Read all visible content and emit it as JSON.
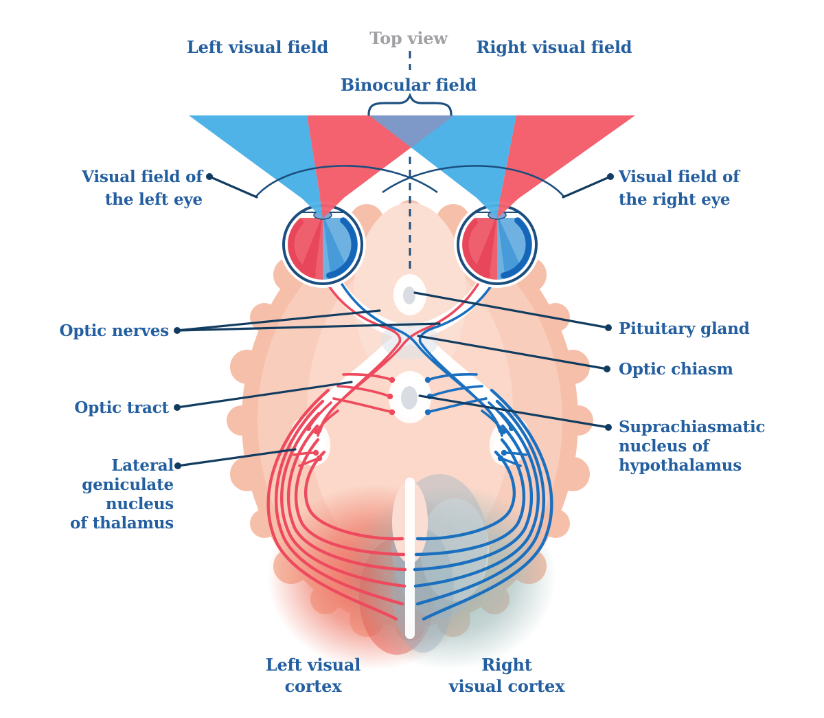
{
  "labels": {
    "top_view": "Top view",
    "left_visual_field": "Left visual field",
    "right_visual_field": "Right visual field",
    "binocular_field": "Binocular field",
    "visual_field_left_eye": "Visual field of\nthe left eye",
    "visual_field_right_eye": "Visual field of\nthe right eye",
    "optic_nerves": "Optic nerves",
    "optic_tract": "Optic tract",
    "lateral_geniculate": "Lateral\ngeniculate\nnucleus\nof thalamus",
    "pituitary_gland": "Pituitary gland",
    "optic_chiasm": "Optic chiasm",
    "suprachiasmatic": "Suprachiasmatic\nnucleus of\nhypothalamus",
    "left_visual_cortex": "Left visual\ncortex",
    "right_visual_cortex": "Right\nvisual cortex"
  },
  "colors": {
    "label_blue": "#235E9F",
    "muted_gray": "#9FA1A4",
    "leader_navy": "#123C5F",
    "dash_navy": "#1D4F7F",
    "cone_blue": "#4FB3E8",
    "cone_red": "#F4616F",
    "binocular_violet": "#7E98C8",
    "fiber_red": "#EE4A5E",
    "fiber_blue": "#1A6FBF",
    "eye_outline_navy": "#1B4E7E",
    "brain_outer": "#F6BFA9",
    "brain_inner": "#F9CDBC",
    "occipital_red": "#EA5A50",
    "occipital_teal": "#8FB5AC"
  }
}
